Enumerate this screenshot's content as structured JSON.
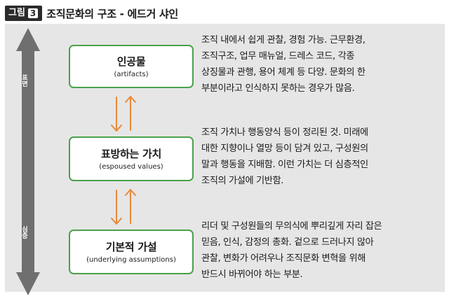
{
  "header": {
    "figure_label": "그림",
    "figure_number": "3",
    "title": "조직문화의 구조 - 에드거 샤인"
  },
  "axis": {
    "top_label": "표면",
    "bottom_label": "심층"
  },
  "levels": [
    {
      "name": "인공물",
      "english": "(artifacts)",
      "description": [
        "조직 내에서 쉽게 관찰, 경험 가능. 근무환경,",
        "조직구조, 업무 매뉴얼, 드레스 코드, 각종",
        "상징물과 관행, 용어 체계 등 다양. 문화의 한",
        "부분이라고 인식하지 못하는 경우가 많음."
      ]
    },
    {
      "name": "표방하는 가치",
      "english": "(espoused values)",
      "description": [
        "조직 가치나 행동양식 등이 정리된 것. 미래에",
        "대한 지향이나 열망 등이 담겨 있고, 구성원의",
        "말과 행동을 지배함. 이런 가치는 더 심층적인",
        "조직의 가설에 기반함."
      ]
    },
    {
      "name": "기본적 가설",
      "english": "(underlying assumptions)",
      "description": [
        "리더 및 구성원들의 무의식에 뿌리깊게 자리 잡은",
        "믿음, 인식, 감정의 총화. 겉으로 드러나지 않아",
        "관찰, 변화가 어려우나 조직문화 변혁을 위해",
        "반드시 바뀌어야 하는 부분."
      ]
    }
  ],
  "colors": {
    "box_border": "#4aa14a",
    "flow_arrow": "#e8893a",
    "axis": "#6f6f6f",
    "panel": "#e6e6e6"
  }
}
